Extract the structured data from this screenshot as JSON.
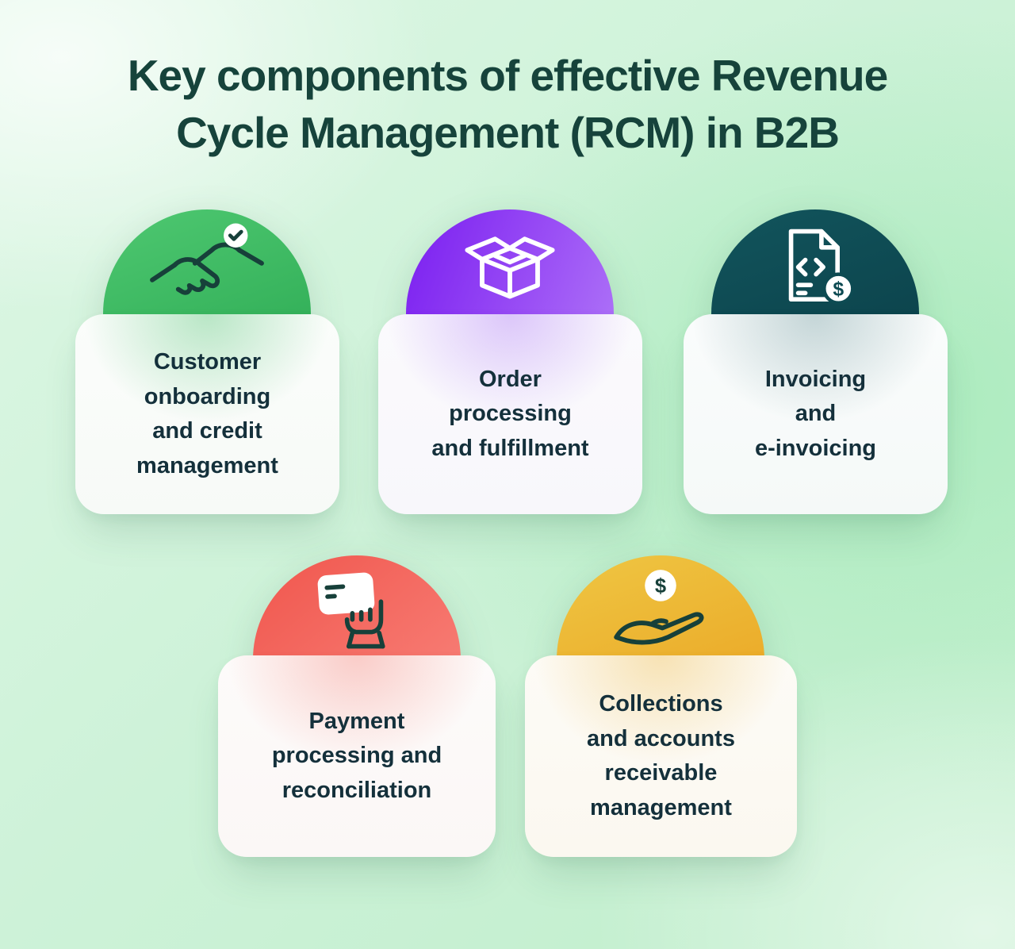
{
  "title": "Key components of effective Revenue\nCycle Management (RCM) in B2B",
  "colors": {
    "background": "#cdf2d8",
    "title_text": "#16433b",
    "card_text": "#14303b"
  },
  "cards": [
    {
      "label": "Customer\nonboarding\nand credit\nmanagement",
      "icon": "handshake-check-icon",
      "accent": "#35b45c"
    },
    {
      "label": "Order\nprocessing\nand fulfillment",
      "icon": "open-box-icon",
      "accent": "#8a2ff0"
    },
    {
      "label": "Invoicing\nand\ne-invoicing",
      "icon": "invoice-code-dollar-icon",
      "accent": "#0d4a52"
    },
    {
      "label": "Payment\nprocessing and\nreconciliation",
      "icon": "card-in-hand-icon",
      "accent": "#f4685e"
    },
    {
      "label": "Collections\nand accounts\nreceivable\nmanagement",
      "icon": "hand-coin-icon",
      "accent": "#eab52f"
    }
  ]
}
